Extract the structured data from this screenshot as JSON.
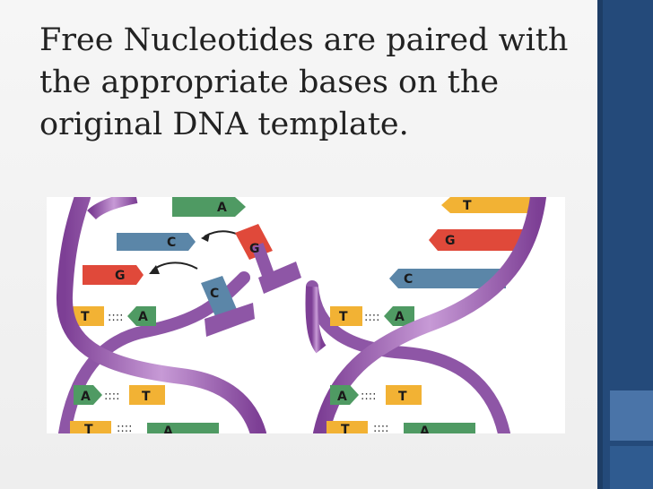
{
  "slide": {
    "title": "Free Nucleotides are paired with the appropriate bases on the original DNA template."
  },
  "figure": {
    "left_panel": {
      "bases": {
        "top_a": "A",
        "c_upper": "C",
        "free_g": "G",
        "g_left": "G",
        "free_c": "C",
        "t_pair_left": "T",
        "t_pair_right": "A",
        "lower_a": "A",
        "lower_t": "T",
        "bottom_t": "T",
        "bottom_a": "A"
      }
    },
    "right_panel": {
      "bases": {
        "top_t": "T",
        "g": "G",
        "c": "C",
        "t_pair_left": "T",
        "t_pair_right": "A",
        "lower_a": "A",
        "lower_t": "T",
        "bottom_t": "T",
        "bottom_a": "A"
      }
    }
  },
  "colors": {
    "sidebar": "#244a7a",
    "accent": "#4a74a8",
    "backbone": "#9b5fb0",
    "adenine": "#4f9a63",
    "cytosine": "#5b86a8",
    "guanine": "#e0493a",
    "thymine": "#f2b234"
  }
}
